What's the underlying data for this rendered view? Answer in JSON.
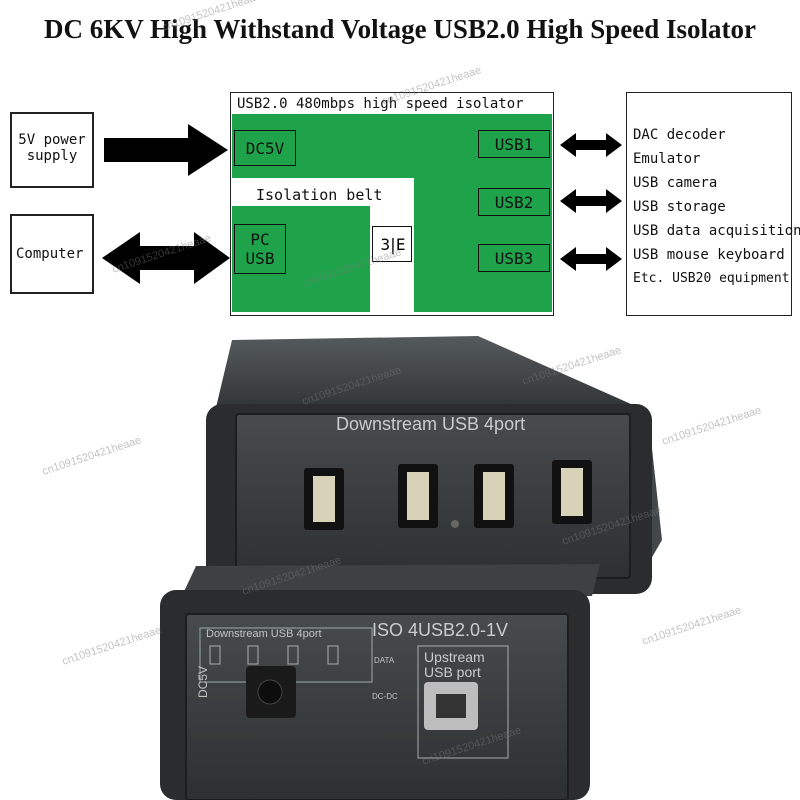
{
  "title": "DC 6KV High Withstand Voltage USB2.0 High Speed Isolator",
  "diagram": {
    "power_box": "5V power\nsupply",
    "computer_box": "Computer",
    "isolator_title": "USB2.0 480mbps high speed isolator",
    "dc5v": "DC5V",
    "pc_usb": "PC\nUSB",
    "isolation_belt": "Isolation belt",
    "transformer_symbol": "3|E",
    "usb_ports": [
      "USB1",
      "USB2",
      "USB3"
    ],
    "devices": [
      "DAC decoder",
      "Emulator",
      "USB camera",
      "USB storage",
      "USB data acquisition",
      "USB mouse keyboard",
      "Etc. USB20 equipment"
    ]
  },
  "photo": {
    "front_label": "Downstream USB 4port",
    "back_title": "ISO 4USB2.0-1V",
    "back_downstream": "Downstream USB 4port",
    "back_upstream": "Upstream\nUSB port",
    "back_dc5v": "DC5V",
    "back_data": "DATA",
    "back_dcdc": "DC-DC"
  },
  "watermark": "cn1091520421heaae",
  "colors": {
    "green": "#1fa34a",
    "case": "#2b2d2e",
    "panel": "#3a3d3f"
  }
}
